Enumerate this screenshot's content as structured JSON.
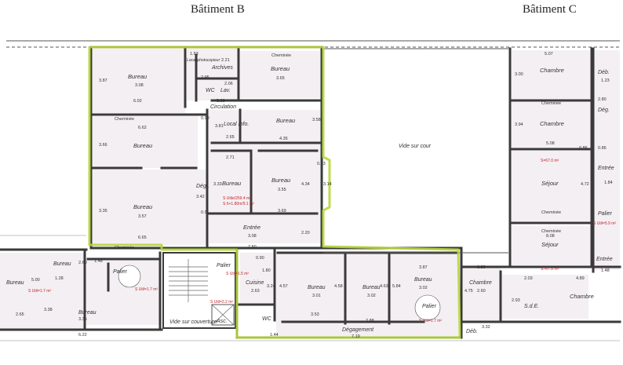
{
  "headings": {
    "building_b": "Bâtiment B",
    "building_c": "Bâtiment C"
  },
  "rooms": {
    "bureau_top_left": "Bureau",
    "bureau_top_left_no": "3.08",
    "local_photocopieur": "Local photocopieur",
    "archives": "Archives",
    "bureau_top_mid": "Bureau",
    "bureau_top_mid_no": "3.65",
    "wc": "WC",
    "lav": "Lav.",
    "circulation": "Circulation",
    "local_info": "Local Info.",
    "bureau_mid_right": "Bureau",
    "bureau_left_mid": "Bureau",
    "degt": "Dégt.",
    "bureau_center_a": "Bureau",
    "bureau_center_b": "Bureau",
    "bureau_center_b_no": "3.55",
    "bureau_left_bottom": "Bureau",
    "bureau_left_bottom_no": "3.57",
    "entree_b": "Entrée",
    "entree_b_no": "3.08",
    "vide_sur_cour": "Vide sur cour",
    "cuisine": "Cuisine",
    "cuisine_no": "2.63",
    "wc_bottom": "WC",
    "bureau_bottom_1": "Bureau",
    "bureau_bottom_1_no": "3.01",
    "bureau_bottom_2": "Bureau",
    "bureau_bottom_2_no": "3.02",
    "bureau_bottom_3": "Bureau",
    "bureau_bottom_3_no": "3.02",
    "degagement": "Dégagement",
    "palier_bottom": "Palier",
    "palier_stair": "Palier",
    "asc": "Asc.",
    "vide_sur_couverture": "Vide sur couverture",
    "bureau_far_left": "Bureau",
    "bureau_left_a": "Bureau",
    "bureau_left_b": "Bureau",
    "bureau_left_b_no": "3.35",
    "palier_left": "Palier",
    "chambre_1": "Chambre",
    "chambre_2": "Chambre",
    "sejour_1": "Séjour",
    "sejour_2": "Séjour",
    "entree_c1": "Entrée",
    "entree_c2": "Entrée",
    "palier_c": "Palier",
    "chambre_bottom": "Chambre",
    "chambre_bottom_no": "2.60",
    "chambre_far": "Chambre",
    "sde": "S.d.E.",
    "deb_1": "Déb.",
    "deb_2": "Dég.",
    "deb_bottom": "Déb.",
    "cheminee": "Cheminée"
  },
  "areas": {
    "b_util": "S Utile/259.4 m²",
    "b_carrez": "S h+1.80m/9.1 m²",
    "palier_util": "S Util=1.5 m²",
    "stair_util": "S Util=1.7 m²",
    "asc_util": "S Util=2.2 m²",
    "left_util": "S Util=1.7 m²",
    "bottom_util": "S Util=1.7 m²",
    "c_sejour_1": "S=67.0 m²",
    "c_sejour_2": "S=67.8 m²",
    "c_util": "S Util=5.9 m²"
  },
  "dims": {
    "d1": "1.53",
    "d2": "2.21",
    "d3": "2.95",
    "d4": "2.06",
    "d5": "5.03",
    "d6": "6.02",
    "d7": "6.62",
    "d8": "3.87",
    "d9": "3.66",
    "d10": "0.90",
    "d11": "2.65",
    "d12": "2.71",
    "d13": "4.35",
    "d14": "3.58",
    "d15": "3.81",
    "d16": "6.65",
    "d17": "7.50",
    "d18": "3.69",
    "d19": "4.34",
    "d20": "3.14",
    "d21": "0.83",
    "d22": "2.20",
    "d23": "3.35",
    "d24": "0.91",
    "d25": "3.33",
    "d26": "3.42",
    "d27": "0.90",
    "d28": "3.24",
    "d29": "4.57",
    "d30": "4.58",
    "d31": "4.63",
    "d32": "5.84",
    "d33": "3.87",
    "d34": "3.53",
    "d35": "2.88",
    "d36": "7.19",
    "d37": "1.80",
    "d38": "1.44",
    "d39": "6.22",
    "d40": "2.65",
    "d41": "1.48",
    "d42": "2.60",
    "d43": "1.28",
    "d44": "5.00",
    "d45": "3.38",
    "d46": "5.07",
    "d47": "3.00",
    "d48": "3.94",
    "d49": "5.08",
    "d50": "4.72",
    "d51": "8.08",
    "d52": "3.30",
    "d53": "4.75",
    "d54": "2.03",
    "d55": "4.89",
    "d56": "1.48",
    "d57": "2.93",
    "d58": "3.32",
    "d59": "1.84",
    "d60": "0.86",
    "d61": "0.86",
    "d62": "2.80",
    "d63": "1.23"
  }
}
